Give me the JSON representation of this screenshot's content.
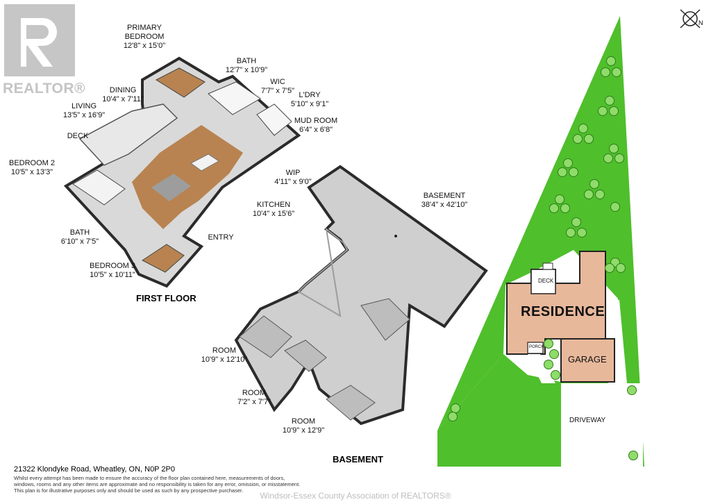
{
  "branding": {
    "logo_text": "REALTOR®",
    "watermark": "Windsor-Essex County Association of REALTORS®"
  },
  "address": "21322 Klondyke Road, Wheatley, ON, N0P 2P0",
  "disclaimer": [
    "Whilst every attempt has been made to ensure the accuracy of the floor plan contained here, measurements of doors,",
    "windows, rooms and any other items are approximate and no responsibility is taken for any error, omission, or misstatement.",
    "This plan is for illustrative purposes only and should be used as such by any prospective purchaser."
  ],
  "first_floor": {
    "heading": "FIRST FLOOR",
    "rooms": [
      {
        "name": "PRIMARY\nBEDROOM",
        "dims": "12'8\" x 15'0\""
      },
      {
        "name": "BATH",
        "dims": "12'7\" x 10'9\""
      },
      {
        "name": "WIC",
        "dims": "7'7\" x 7'5\""
      },
      {
        "name": "L'DRY",
        "dims": "5'10\" x 9'1\""
      },
      {
        "name": "MUD ROOM",
        "dims": "6'4\" x 6'8\""
      },
      {
        "name": "DINING",
        "dims": "10'4\" x 7'11\""
      },
      {
        "name": "LIVING",
        "dims": "13'5\" x 16'9\""
      },
      {
        "name": "DECK",
        "dims": ""
      },
      {
        "name": "BEDROOM 2",
        "dims": "10'5\" x 13'3\""
      },
      {
        "name": "WIP",
        "dims": "4'11\" x 9'0\""
      },
      {
        "name": "KITCHEN",
        "dims": "10'4\" x 15'6\""
      },
      {
        "name": "ENTRY",
        "dims": ""
      },
      {
        "name": "BATH",
        "dims": "6'10\" x 7'5\""
      },
      {
        "name": "BEDROOM 3",
        "dims": "10'5\" x 10'11\""
      }
    ]
  },
  "basement": {
    "heading": "BASEMENT",
    "rooms": [
      {
        "name": "BASEMENT",
        "dims": "38'4\" x 42'10\""
      },
      {
        "name": "ROOM",
        "dims": "10'9\" x 12'10\""
      },
      {
        "name": "ROOM",
        "dims": "7'2\" x 7'7\""
      },
      {
        "name": "ROOM",
        "dims": "10'9\" x 12'9\""
      }
    ]
  },
  "site_plan": {
    "labels": {
      "residence": "RESIDENCE",
      "garage": "GARAGE",
      "deck": "DECK",
      "porch": "PORCH",
      "driveway": "DRIVEWAY",
      "north": "N"
    },
    "colors": {
      "lawn": "#4fbf2c",
      "building": "#e8b89b",
      "tree": "#8fdc6a"
    }
  }
}
